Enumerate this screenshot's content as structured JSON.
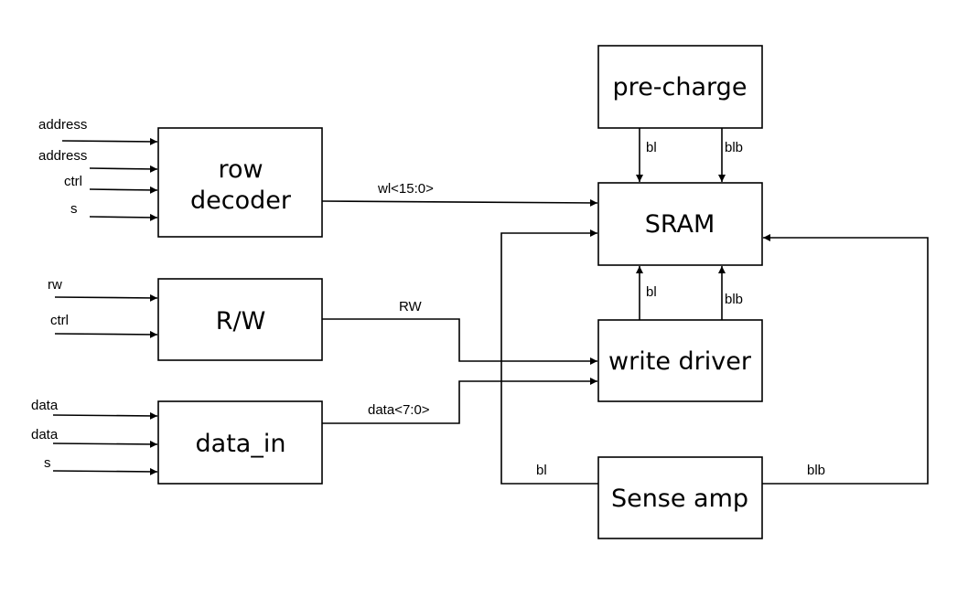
{
  "blocks": {
    "row_decoder": {
      "line1": "row",
      "line2": "decoder"
    },
    "rw": "R/W",
    "data_in": "data_in",
    "precharge": "pre-charge",
    "sram": "SRAM",
    "write_driver": "write driver",
    "sense_amp": "Sense amp"
  },
  "inputs": {
    "row_decoder": [
      "address",
      "address",
      "ctrl",
      "s"
    ],
    "rw": [
      "rw",
      "ctrl"
    ],
    "data_in": [
      "data",
      "data",
      "s"
    ]
  },
  "signals": {
    "wl": "wl<15:0>",
    "rw": "RW",
    "data": "data<7:0>",
    "precharge_bl": "bl",
    "precharge_blb": "blb",
    "writedriver_bl": "bl",
    "writedriver_blb": "blb",
    "senseamp_bl": "bl",
    "senseamp_blb": "blb"
  }
}
